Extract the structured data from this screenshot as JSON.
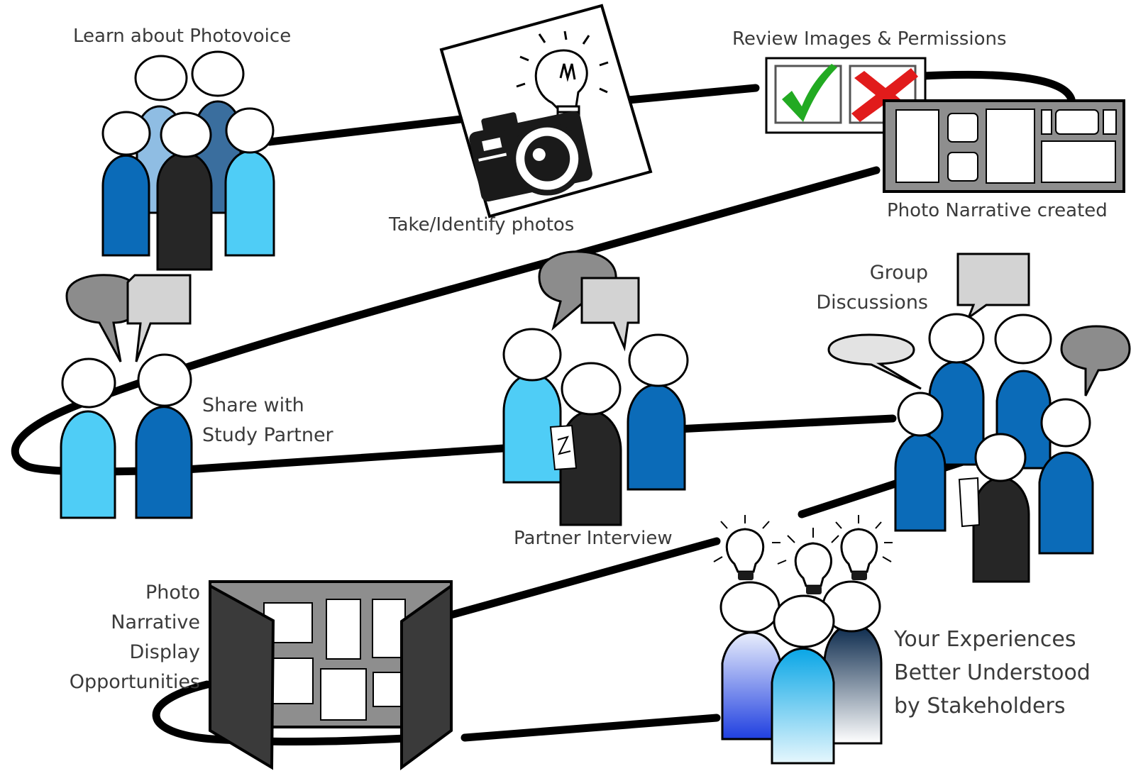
{
  "steps": {
    "learn": {
      "label": "Learn about Photovoice"
    },
    "take_photos": {
      "label": "Take/Identify photos"
    },
    "review": {
      "label": "Review Images & Permissions"
    },
    "narrative_created": {
      "label": "Photo Narrative created"
    },
    "share": {
      "lines": [
        "Share with",
        "Study Partner"
      ]
    },
    "interview": {
      "label": "Partner Interview"
    },
    "group": {
      "lines": [
        "Group",
        "Discussions"
      ]
    },
    "display": {
      "lines": [
        "Photo",
        "Narrative",
        "Display",
        "Opportunities"
      ]
    },
    "stakeholders": {
      "lines": [
        "Your Experiences",
        "Better Understood",
        "by Stakeholders"
      ]
    }
  },
  "colors": {
    "path": "#000000",
    "dark_blue": "#0b6bb8",
    "light_blue": "#4fcdf6",
    "pale_blue": "#8fbde3",
    "steel_blue": "#3a6e9e",
    "charcoal": "#262626",
    "bubble_dark": "#8c8c8c",
    "bubble_light": "#d3d3d3",
    "frame_gray": "#8e8e8e",
    "check_green": "#22aa22",
    "cross_red": "#e11b1b"
  },
  "icons": [
    "people-group-icon",
    "camera-lightbulb-icon",
    "checkmark-icon",
    "cross-icon",
    "photo-board-icon",
    "speech-bubble-icon",
    "lightbulb-icon",
    "display-board-icon"
  ]
}
